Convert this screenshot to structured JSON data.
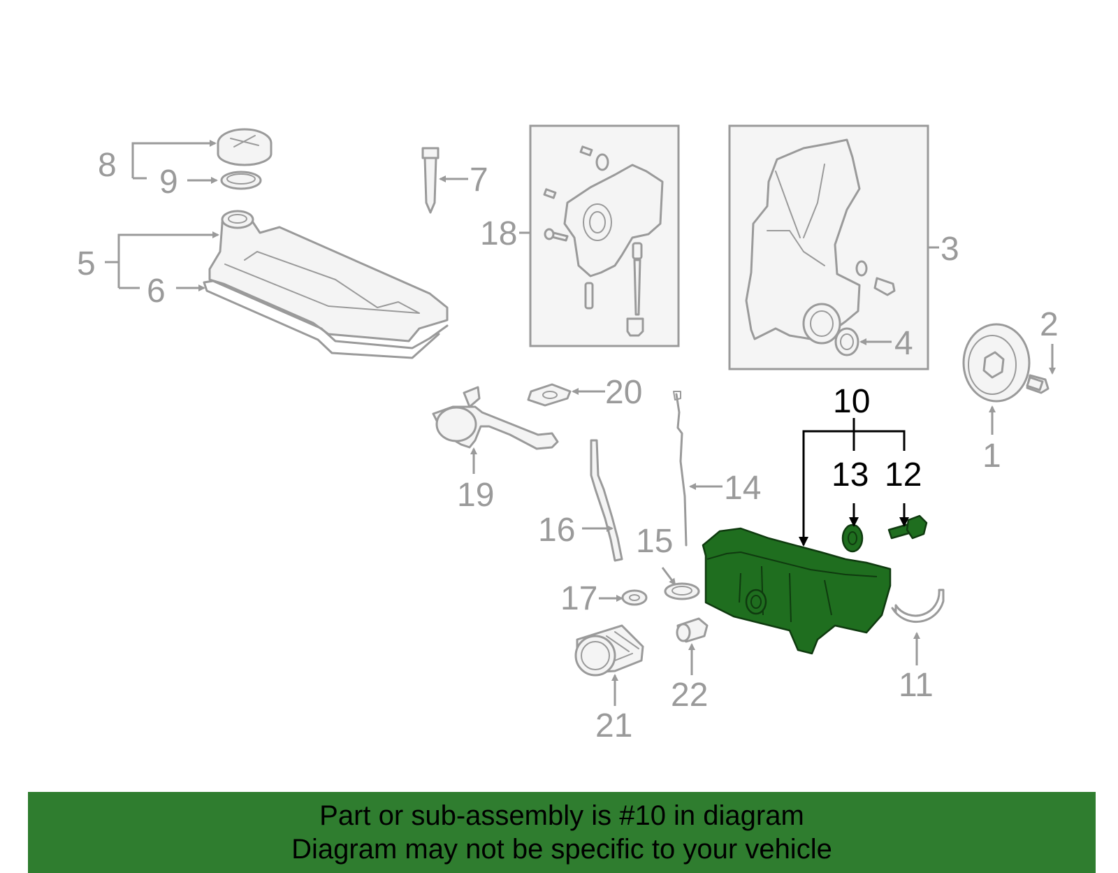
{
  "callouts": {
    "c1": "1",
    "c2": "2",
    "c3": "3",
    "c4": "4",
    "c5": "5",
    "c6": "6",
    "c7": "7",
    "c8": "8",
    "c9": "9",
    "c10": "10",
    "c11": "11",
    "c12": "12",
    "c13": "13",
    "c14": "14",
    "c15": "15",
    "c16": "16",
    "c17": "17",
    "c18": "18",
    "c19": "19",
    "c20": "20",
    "c21": "21",
    "c22": "22"
  },
  "highlighted_part": "10",
  "colors": {
    "highlight": "#1f6e1f",
    "banner": "#2f7d2f",
    "line_art": "#9a9a9a"
  },
  "banner": {
    "line1": "Part or sub-assembly is #10 in diagram",
    "line2": "Diagram may not be specific to your vehicle"
  }
}
